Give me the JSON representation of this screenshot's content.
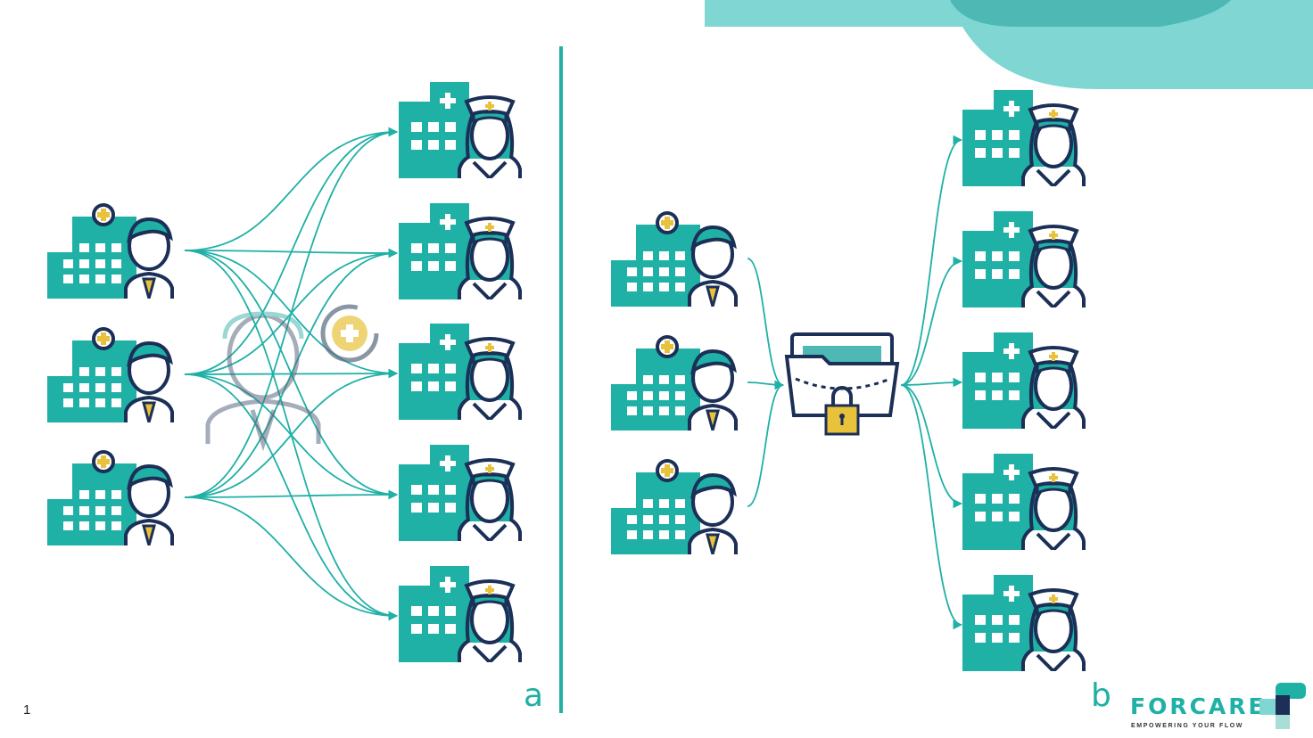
{
  "panels": {
    "a": {
      "label": "a"
    },
    "b": {
      "label": "b"
    }
  },
  "page_number": "1",
  "logo": {
    "name": "FORCARE",
    "tagline": "EMPOWERING YOUR FLOW"
  },
  "colors": {
    "teal": "#1fb0a6",
    "navy": "#1b2f57",
    "yellow": "#e8c23a",
    "light_teal": "#7fd6d2",
    "mid_teal": "#4db8b4"
  }
}
